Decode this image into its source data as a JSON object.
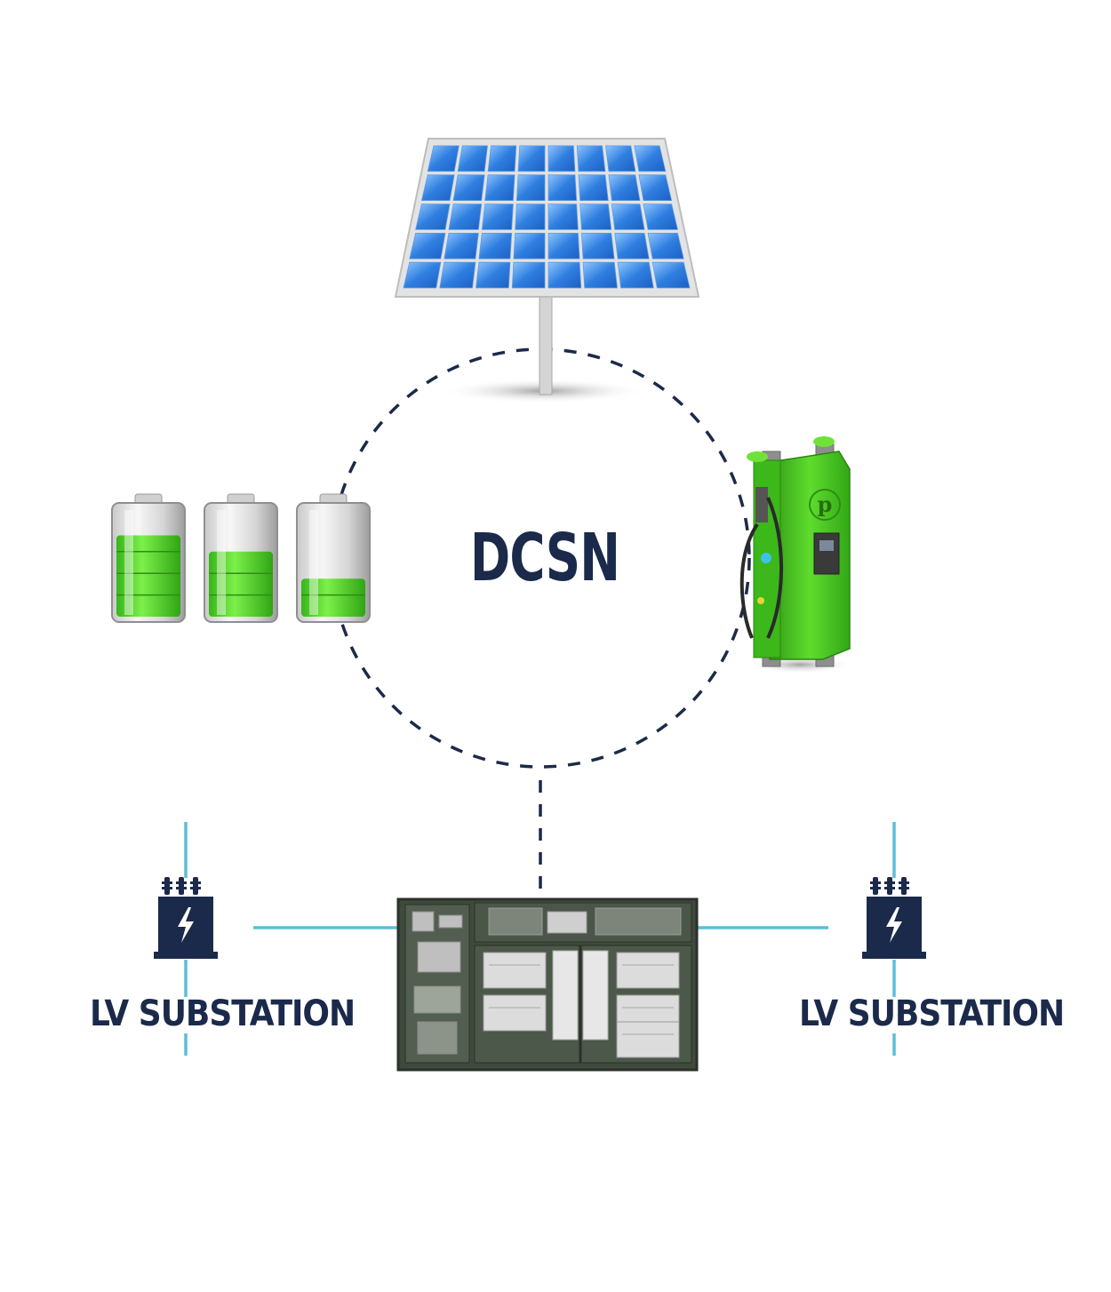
{
  "diagram": {
    "center_label": "DCSN",
    "substation_left_label": "LV SUBSTATION",
    "substation_right_label": "LV SUBSTATION",
    "charger_logo_letter": "p",
    "battery_levels": [
      0.75,
      0.6,
      0.35
    ],
    "colors": {
      "navy": "#1b2a4a",
      "link": "#5bbfd8",
      "battery_green": "#4fd42a",
      "charger_green": "#43c41f",
      "solar_blue": "#2f7fe0"
    }
  }
}
